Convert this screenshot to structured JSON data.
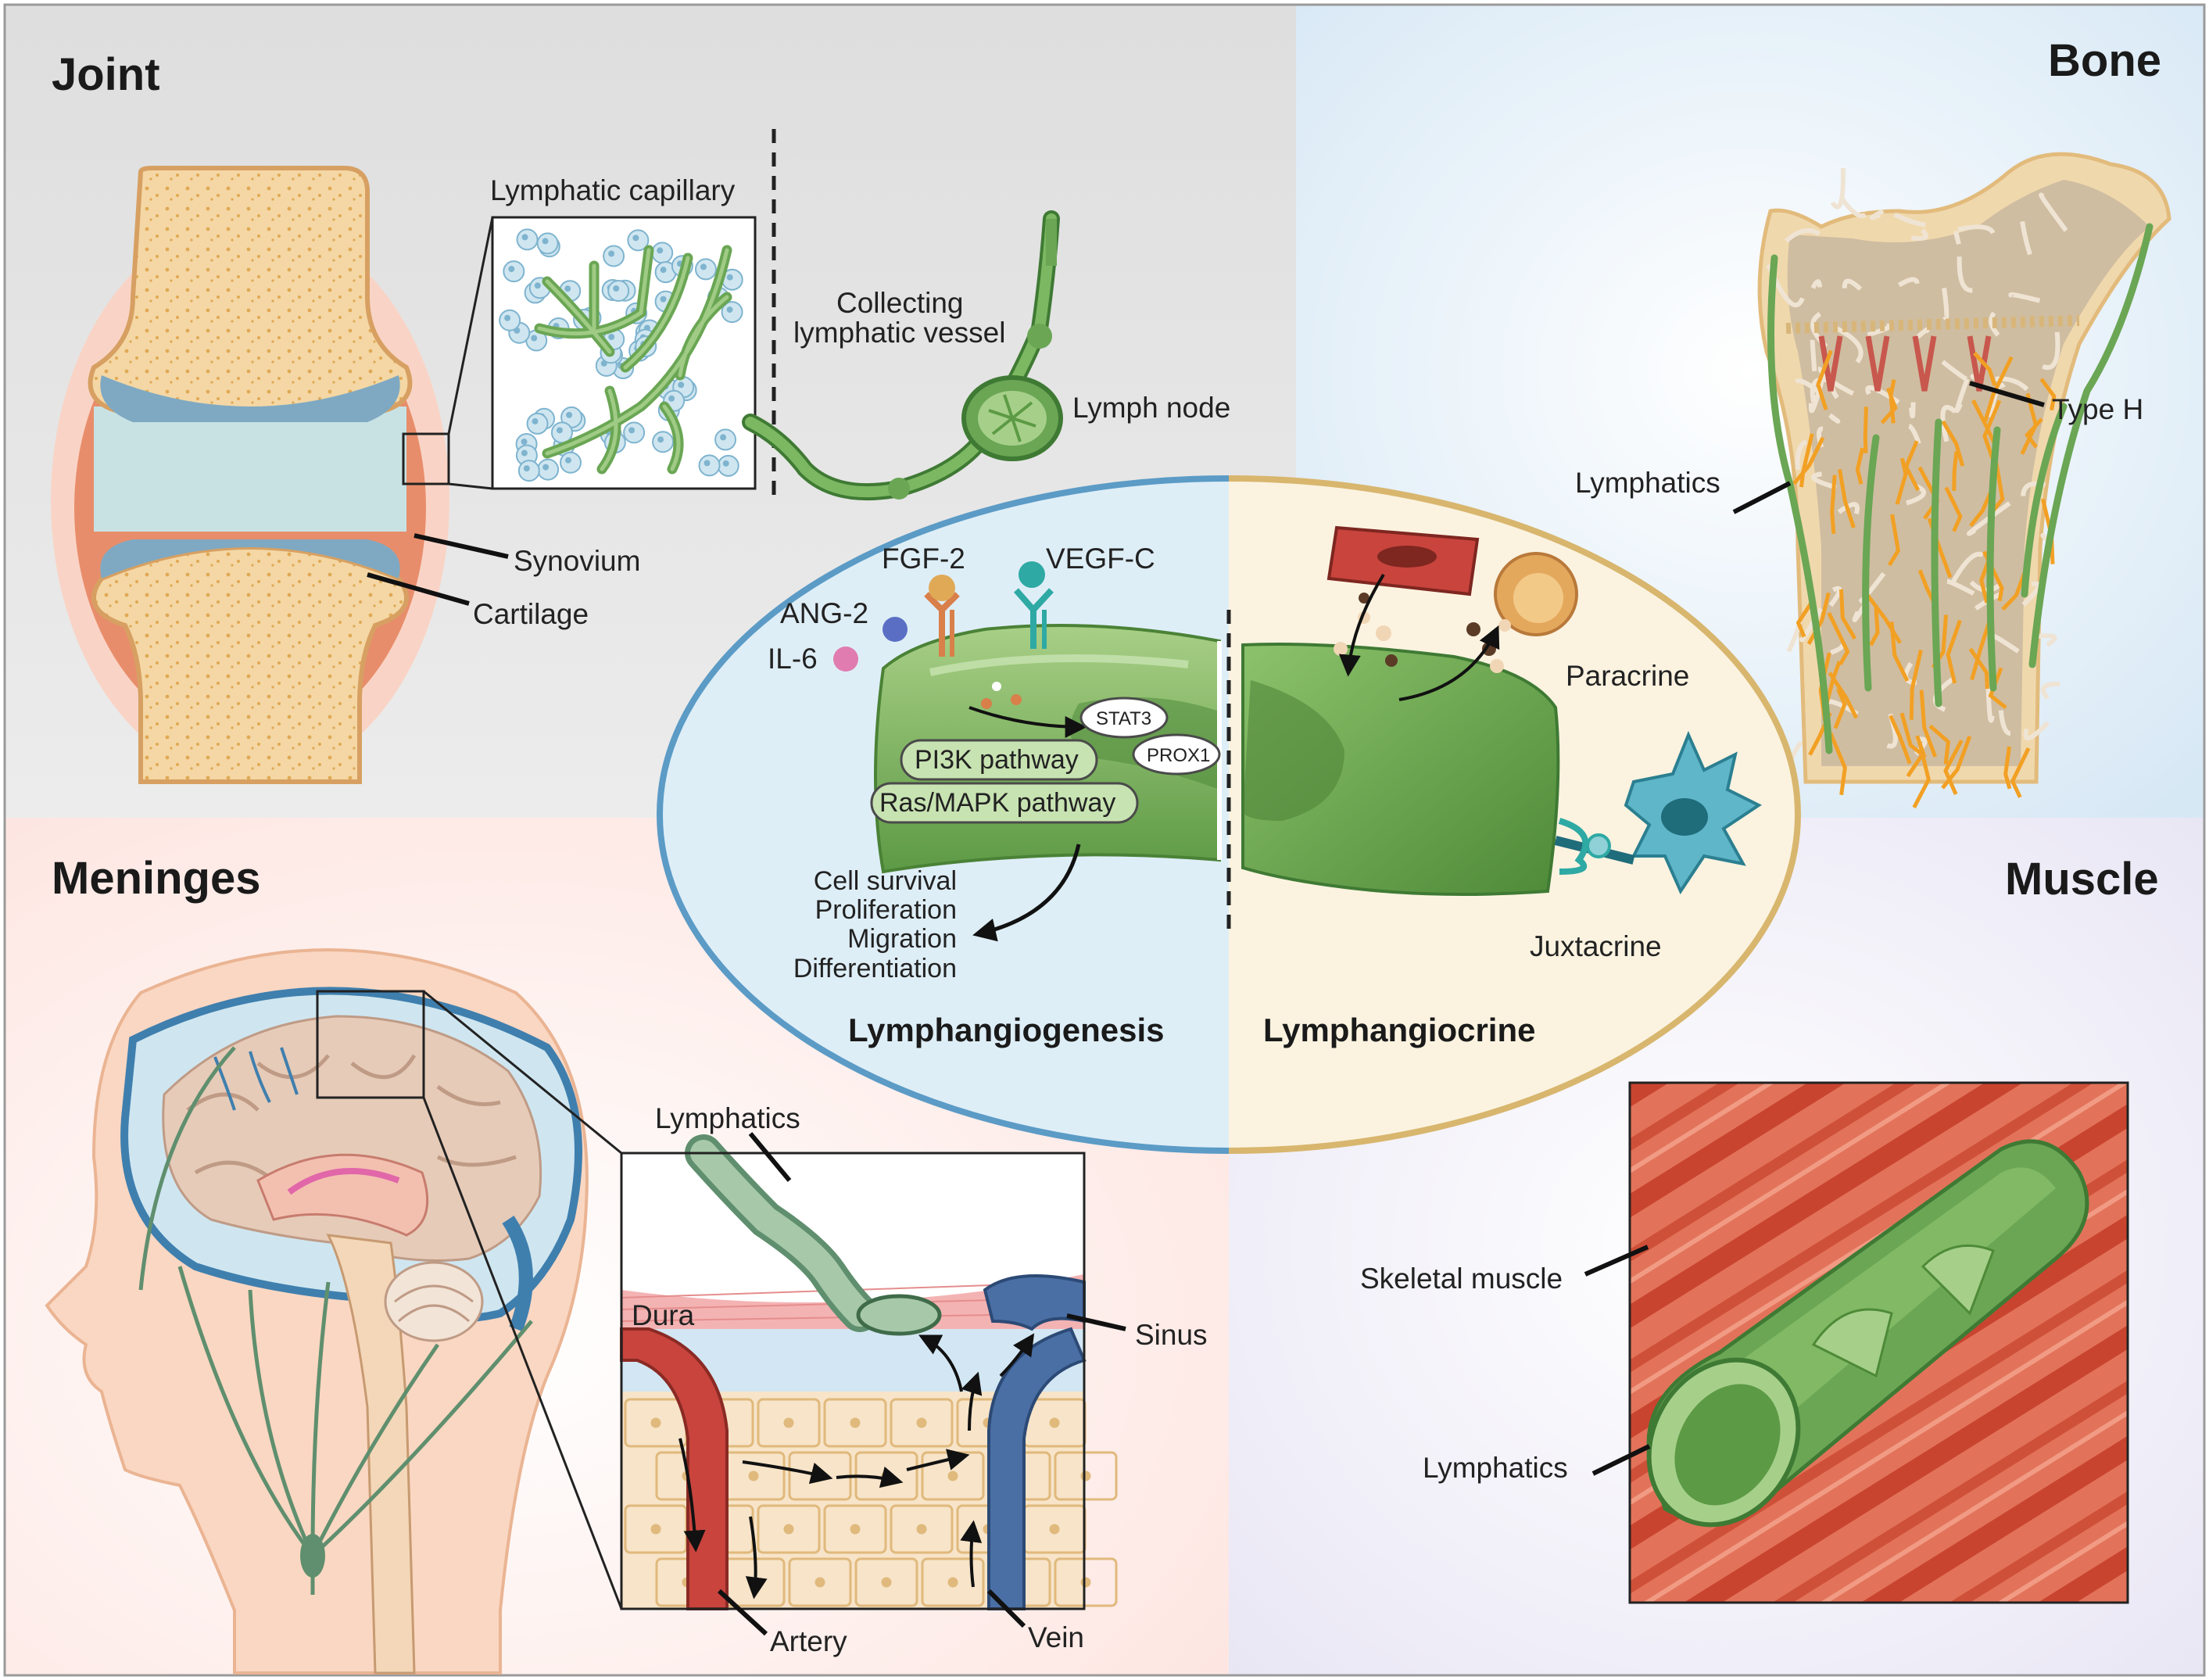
{
  "panels": {
    "joint": {
      "title": "Joint",
      "labels": {
        "lymphatic_capillary": "Lymphatic capillary",
        "collecting_line1": "Collecting",
        "collecting_line2": "lymphatic vessel",
        "lymph_node": "Lymph node",
        "synovium": "Synovium",
        "cartilage": "Cartilage"
      }
    },
    "bone": {
      "title": "Bone",
      "labels": {
        "type_h": "Type H",
        "lymphatics": "Lymphatics"
      }
    },
    "meninges": {
      "title": "Meninges",
      "labels": {
        "lymphatics": "Lymphatics",
        "dura": "Dura",
        "sinus": "Sinus",
        "artery": "Artery",
        "vein": "Vein"
      }
    },
    "muscle": {
      "title": "Muscle",
      "labels": {
        "skeletal_muscle": "Skeletal muscle",
        "lymphatics": "Lymphatics"
      }
    }
  },
  "center": {
    "left_title": "Lymphangiogenesis",
    "right_title": "Lymphangiocrine",
    "factors": [
      "FGF-2",
      "VEGF-C",
      "ANG-2",
      "IL-6"
    ],
    "nodes": [
      "STAT3",
      "PROX1"
    ],
    "pathways": [
      "PI3K pathway",
      "Ras/MAPK pathway"
    ],
    "outcomes": [
      "Cell survival",
      "Proliferation",
      "Migration",
      "Differentiation"
    ],
    "modes": [
      "Paracrine",
      "Juxtacrine"
    ]
  },
  "colors": {
    "lymph_green": "#6aa654",
    "lymph_dark": "#3f7a34",
    "bone_tan": "#f3d7a3",
    "artery_red": "#c8443d",
    "vein_blue": "#4a6fa5",
    "muscle_red": "#d9553e",
    "orange_vessel": "#f2a024",
    "ellipse_left_border": "#5b9bc6",
    "ellipse_right_border": "#d8b66e"
  }
}
